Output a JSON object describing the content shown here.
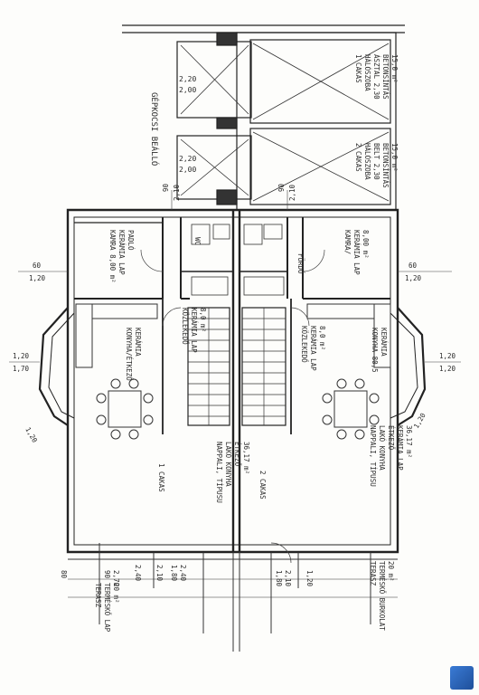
{
  "plan": {
    "garage_label": "GÉPKOCSI BEÁLLÓ",
    "garage_dim_1a": "2,20",
    "garage_dim_1b": "2,00",
    "garage_dim_2a": "2,20",
    "garage_dim_2b": "2,00",
    "storage_1": [
      "1 CAKAS",
      "HÁLÓSZOBA",
      "ÁSZTAL 2,30",
      "BETONSÍNTÁS",
      "15,0 m²"
    ],
    "storage_2": [
      "2 CAKAS",
      "HÁLÓSZOBA",
      "BELT 2,30",
      "BETONSÍNTÁS",
      "15,0 m²"
    ],
    "lamar_left": [
      "KAMRA 8,00 m²",
      "KERÁMIA LAP",
      "PADLÓ"
    ],
    "lamar_right": [
      "KAMRA/",
      "KERÁMIA LAP",
      "8,00 m²"
    ],
    "wc": "WC",
    "furdo": "FÜRDŐ",
    "kitchen_left": [
      "KONYHA/ÉTKEZŐ",
      "KERÁMIA"
    ],
    "kitchen_right": [
      "KONYHA 80,5",
      "KERÁMIA"
    ],
    "hall_left": [
      "KÖZLEKEDŐ",
      "KERÁMIA LAP",
      "8,0 m²"
    ],
    "hall_right": [
      "KÖZLEKEDŐ",
      "KERÁMIA LAP",
      "8,0 m²"
    ],
    "living_left": [
      "NAPPALI, TÍPUSU",
      "LAKÓ KONYHA",
      "ÉTKEZŐ",
      "36,17 m²"
    ],
    "living_right": [
      "NAPPALI, TÍPUSU",
      "LAKÓ KONYHA",
      "ÉTKEZŐ",
      "KERÁMIA LAP",
      "36,17 m²"
    ],
    "unit_left": "1 CAKAS",
    "unit_right": "2 CAKAS",
    "terrace_left": [
      "TERASZ",
      "TERMÉSKŐ LAP",
      "20 m²"
    ],
    "terrace_right": [
      "TERASZ",
      "TERMÉSKŐ BURKOLAT",
      "20 m²"
    ],
    "dims": {
      "d60_left": "60",
      "d120_left": "1,20",
      "d60_right": "60",
      "d120_right": "1,20",
      "d120_mid_left": "1,20",
      "d170_left": "1,70",
      "d120_mid_right": "1,20",
      "d120b_right": "1,20",
      "d90_top_l": "90",
      "d210_top_l": "2,10",
      "d90_top_r": "90",
      "d210_top_r": "2,10",
      "b90": "90",
      "b270": "2,70",
      "b240": "2,40",
      "b210": "2,10",
      "b180a": "1,80",
      "b240b": "2,40",
      "b180b": "1,80",
      "b210b": "2,10",
      "b120": "1,20",
      "b80": "80",
      "diag_left": "1,20",
      "diag_right": "1,20"
    }
  }
}
